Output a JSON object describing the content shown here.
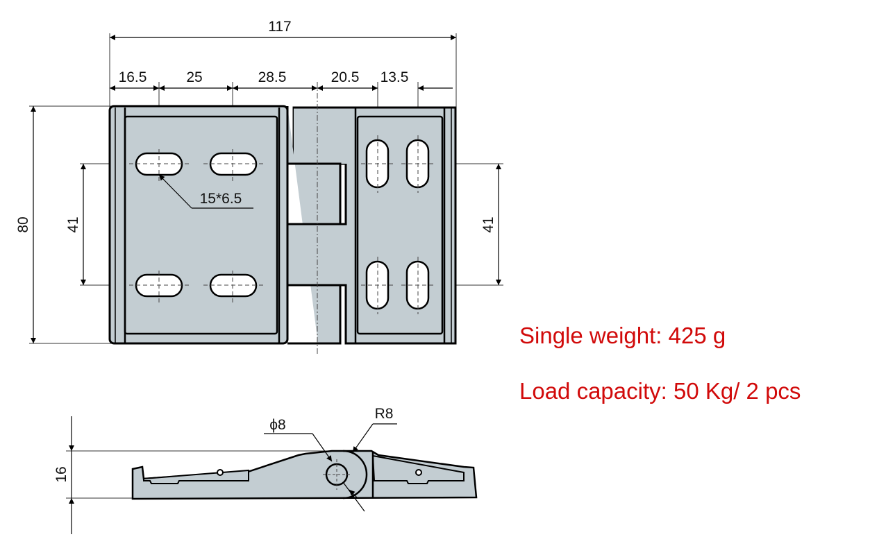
{
  "colors": {
    "part_fill": "#c3cdd2",
    "outline": "#000000",
    "note_text": "#d10a0a",
    "dim_line": "#333333"
  },
  "top_view": {
    "overall_width": "117",
    "segments": [
      "16.5",
      "25",
      "28.5",
      "20.5",
      "13.5"
    ],
    "height": "80",
    "left_slot_spacing": "41",
    "right_slot_spacing": "41",
    "slot_callout": "15*6.5"
  },
  "side_view": {
    "thickness": "16",
    "pin_diameter": "ϕ8",
    "knuckle_radius": "R8"
  },
  "notes": {
    "weight": "Single weight: 425 g",
    "load": "Load capacity: 50 Kg/ 2 pcs"
  }
}
